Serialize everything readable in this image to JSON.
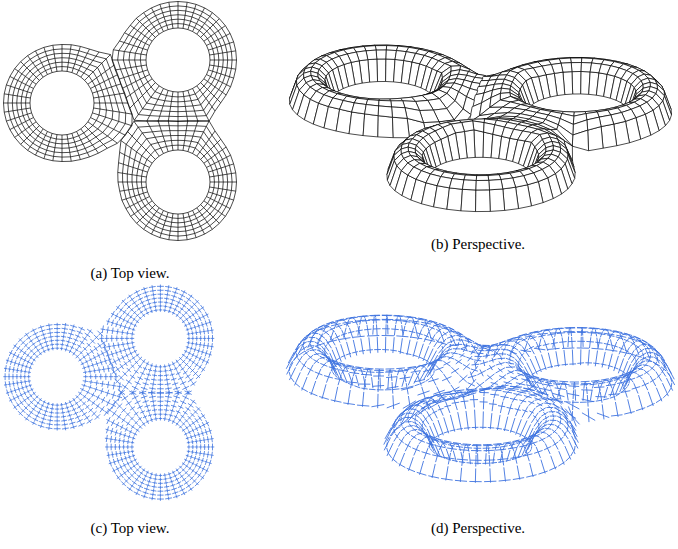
{
  "diagram": {
    "labels": [
      "(a) Top view.",
      "(b) Perspective.",
      "(c) Top view.",
      "(d) Perspective."
    ]
  }
}
